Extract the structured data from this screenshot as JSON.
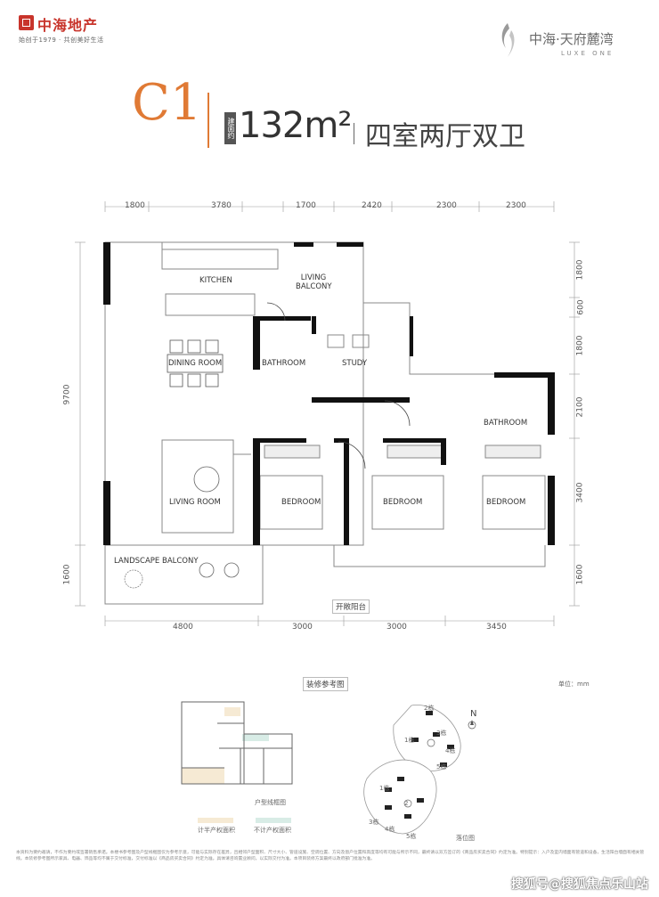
{
  "brand": {
    "name": "中海地产",
    "slogan": "始创于1979 · 共创美好生活"
  },
  "project": {
    "name": "中海·天府麓湾",
    "subtitle": "LUXE ONE"
  },
  "unit": {
    "code": "C1",
    "area_prefix": "建面约",
    "area_value": "132m²",
    "layout": "四室两厅双卫"
  },
  "dimensions": {
    "top": [
      "1800",
      "3780",
      "1700",
      "2420",
      "2300",
      "2300"
    ],
    "bottom": [
      "4800",
      "3000",
      "3000",
      "3450"
    ],
    "left": [
      "9700",
      "1600"
    ],
    "right": [
      "1800",
      "600",
      "1800",
      "2100",
      "3400",
      "1600"
    ]
  },
  "rooms": {
    "kitchen": "KITCHEN",
    "living_balcony": "LIVING BALCONY",
    "dining_room": "DINING ROOM",
    "bathroom_1": "BATHROOM",
    "study": "STUDY",
    "bathroom_2": "BATHROOM",
    "living_room": "LIVING ROOM",
    "bedroom_1": "BEDROOM",
    "bedroom_2": "BEDROOM",
    "bedroom_3": "BEDROOM",
    "landscape_balcony": "LANDSCAPE BALCONY"
  },
  "open_balcony_label": "开敞阳台",
  "unit_note": "单位：mm",
  "decoration_ref": "装修参考图",
  "wireframe_label": "户型线框图",
  "legend": [
    {
      "label": "计半产权面积",
      "color": "#f6ead4"
    },
    {
      "label": "不计产权面积",
      "color": "#d8ece6"
    }
  ],
  "site_plan": {
    "north": "N",
    "title": "落位图",
    "buildings": [
      "2栋",
      "3栋",
      "1栋",
      "4栋",
      "5栋",
      "1栋",
      "2",
      "3栋",
      "4栋",
      "5栋"
    ]
  },
  "disclaimer": "本资料为要约邀请，不作为要约或签署销售承诺。本楼书参考图及户型线框图仅为参考示意，可能与实际存在差异，且相邻户型面积、尺寸大小、管道设施、空调位置、方向及窗户位置和高度等均有可能与所示不同，最终请以双方签订的《商品房买卖合同》约定为准。特别提示：入户及室内墙面有管道和设备，生活阳台墙面有相关管线。本装修参考图所示家具、电器、饰品等均不属于交付标准，交付标准以《商品房买卖合同》约定为准。具体请咨询置业顾问，以实际交付为准。本项目装修方案最终以政府部门批准为准。",
  "watermark": "搜狐号@搜狐焦点乐山站"
}
